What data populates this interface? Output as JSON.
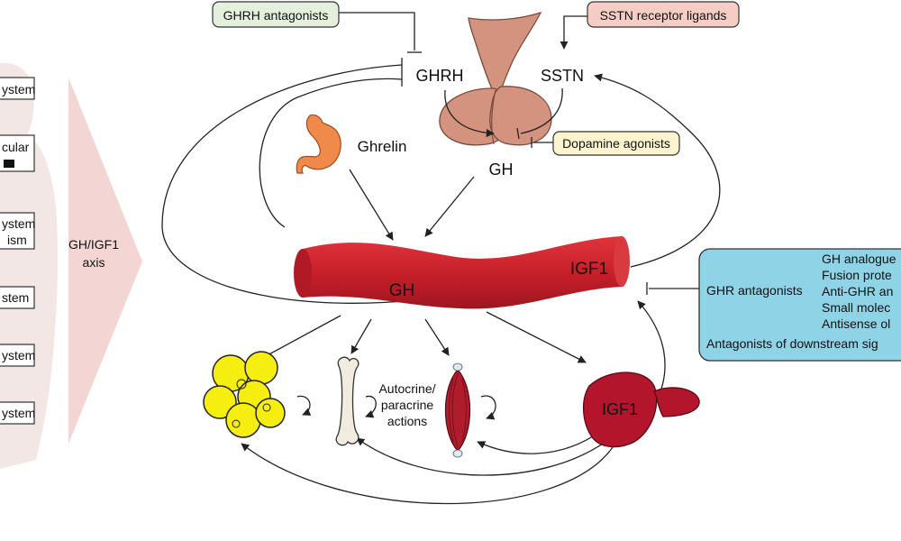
{
  "labels": {
    "ghrh_antagonists": "GHRH antagonists",
    "sstn_receptor_ligands": "SSTN receptor ligands",
    "ghrh": "GHRH",
    "sstn": "SSTN",
    "ghrelin": "Ghrelin",
    "dopamine_agonists": "Dopamine agonists",
    "pituitary_gh": "GH",
    "blood_gh": "GH",
    "blood_igf1": "IGF1",
    "liver_igf1": "IGF1",
    "axis_line1": "GH/IGF1",
    "axis_line2": "axis",
    "autocrine_line1": "Autocrine/",
    "autocrine_line2": "paracrine",
    "autocrine_line3": "actions"
  },
  "ghr_box": {
    "title": "GHR antagonists",
    "items": [
      "GH analogue",
      "Fusion prote",
      "Anti-GHR an",
      "Small molec",
      "Antisense ol"
    ],
    "downstream": "Antagonists of downstream sig"
  },
  "left_systems": [
    "ystem",
    "cular",
    "ystem",
    "ism",
    "stem",
    "ystem",
    "ystem"
  ],
  "colors": {
    "vessel": "#c8202a",
    "pituitary": "#d4937e",
    "stomach": "#f08a4b",
    "fat": "#f5ee10",
    "liver": "#b3152c",
    "muscle": "#b01c2c",
    "ghr_box": "#8fd3e6",
    "ghrh_box": "#e4f0dc",
    "sstn_box": "#f6cdc4",
    "dopamine_box": "#fbf4cf",
    "arrow_shape": "#f3d6d4"
  }
}
